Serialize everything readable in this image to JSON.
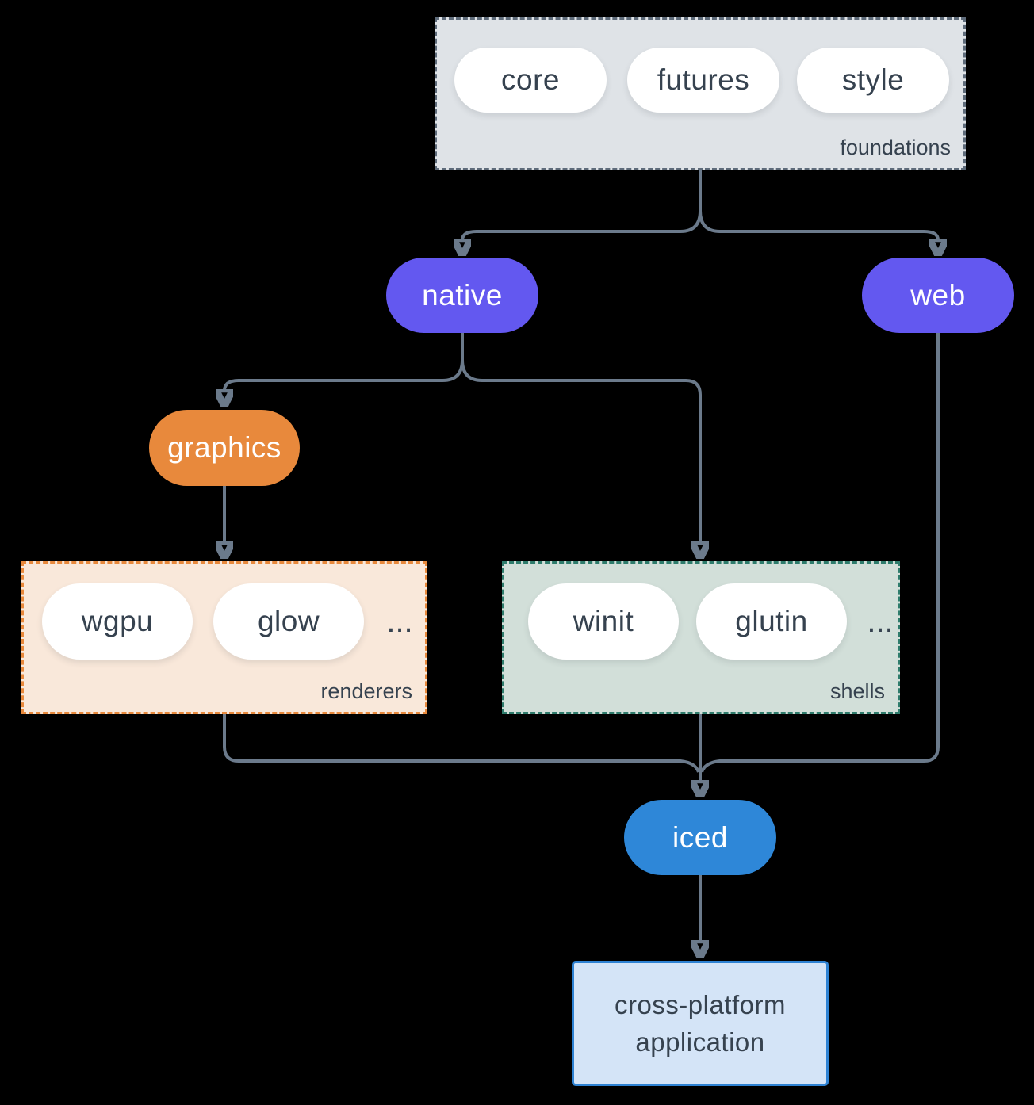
{
  "groups": {
    "foundations": {
      "label": "foundations",
      "items": [
        "core",
        "futures",
        "style"
      ]
    },
    "renderers": {
      "label": "renderers",
      "items": [
        "wgpu",
        "glow"
      ],
      "ellipsis": "..."
    },
    "shells": {
      "label": "shells",
      "items": [
        "winit",
        "glutin"
      ],
      "ellipsis": "..."
    }
  },
  "nodes": {
    "native": "native",
    "web": "web",
    "graphics": "graphics",
    "iced": "iced",
    "application": {
      "line1": "cross-platform",
      "line2": "application"
    }
  },
  "edges": [
    {
      "from": "foundations",
      "to": "native"
    },
    {
      "from": "foundations",
      "to": "web"
    },
    {
      "from": "native",
      "to": "graphics"
    },
    {
      "from": "native",
      "to": "shells"
    },
    {
      "from": "graphics",
      "to": "renderers"
    },
    {
      "from": "renderers",
      "to": "iced"
    },
    {
      "from": "shells",
      "to": "iced"
    },
    {
      "from": "web",
      "to": "iced"
    },
    {
      "from": "iced",
      "to": "application"
    }
  ],
  "colors": {
    "background": "#000000",
    "edge": "#6b7a8b",
    "text_dark": "#36424f",
    "pill_white": "#ffffff",
    "purple": "#6358f0",
    "orange": "#e8893c",
    "blue": "#2e87d8",
    "foundations_bg": "#dfe3e7",
    "foundations_border": "#5e6b7a",
    "renderers_bg": "#f9e8da",
    "renderers_border": "#e8893c",
    "shells_bg": "#d2dfd9",
    "shells_border": "#2e7c6c",
    "application_bg": "#d4e4f7",
    "application_border": "#2e82d3"
  }
}
